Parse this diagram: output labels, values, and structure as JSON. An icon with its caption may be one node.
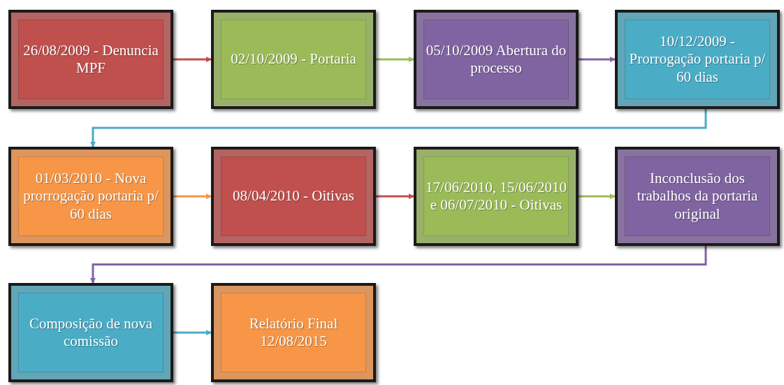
{
  "diagram": {
    "nodes": [
      {
        "text": [
          "26/08/2009 - Denuncia MPF"
        ]
      },
      {
        "text": [
          "02/10/2009 - Portaria"
        ]
      },
      {
        "text": [
          "05/10/2009 Abertura do processo"
        ]
      },
      {
        "text": [
          "10/12/2009 - Prorrogação portaria p/ 60 dias"
        ]
      },
      {
        "text": [
          "01/03/2010 - Nova prorrogação portaria p/ 60 dias"
        ]
      },
      {
        "text": [
          "08/04/2010 - Oitivas"
        ]
      },
      {
        "text": [
          "17/06/2010, 15/06/2010 e 06/07/2010 - Oitivas"
        ]
      },
      {
        "text": [
          "Inconclusão dos trabalhos da portaria original"
        ]
      },
      {
        "text": [
          "Composição de nova comissão"
        ]
      },
      {
        "text": [
          "Relatório Final 12/08/2015"
        ]
      }
    ],
    "edges": [
      {
        "from": 0,
        "to": 1,
        "arrow": "to",
        "color": "#c0504d"
      },
      {
        "from": 1,
        "to": 2,
        "arrow": "to",
        "color": "#9bbb59"
      },
      {
        "from": 2,
        "to": 3,
        "arrow": "to",
        "color": "#8064a2"
      },
      {
        "from": 3,
        "to": 4,
        "arrow": "to",
        "color": "#4bacc6"
      },
      {
        "from": 4,
        "to": 5,
        "arrow": "to",
        "color": "#f79646"
      },
      {
        "from": 5,
        "to": 6,
        "arrow": "to",
        "color": "#c0504d"
      },
      {
        "from": 6,
        "to": 7,
        "arrow": "to",
        "color": "#9bbb59"
      },
      {
        "from": 7,
        "to": 8,
        "arrow": "to",
        "color": "#8064a2"
      },
      {
        "from": 8,
        "to": 9,
        "arrow": "to",
        "color": "#4bacc6"
      }
    ]
  }
}
